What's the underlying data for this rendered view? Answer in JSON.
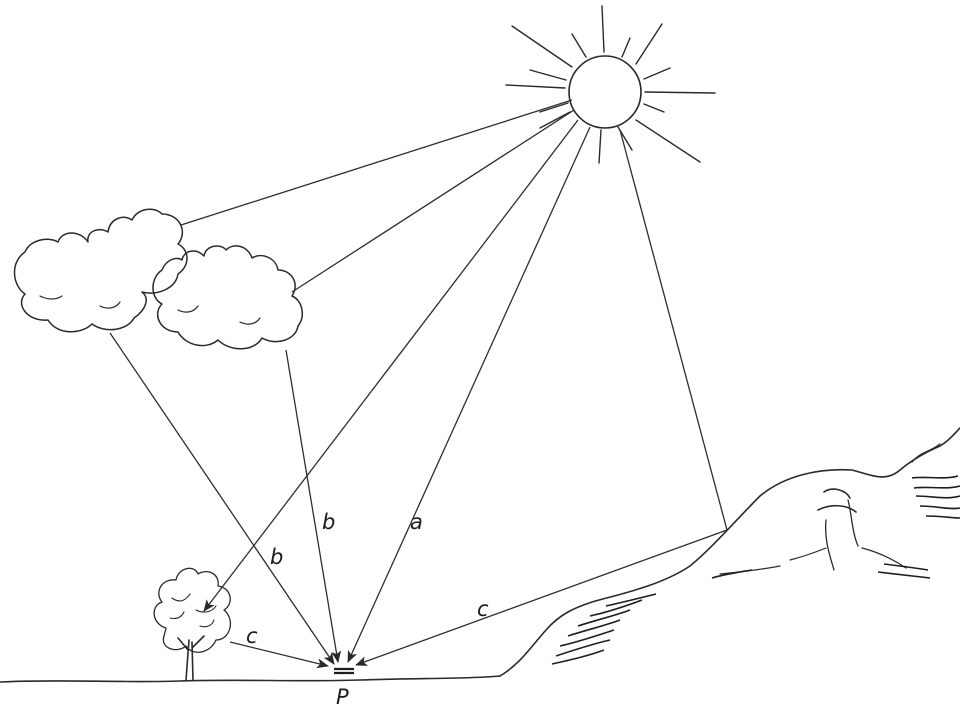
{
  "labels": {
    "direct": "a",
    "diffuse_left": "b",
    "diffuse_right": "b",
    "reflected_tree": "c",
    "reflected_hill": "c",
    "point": "P"
  }
}
